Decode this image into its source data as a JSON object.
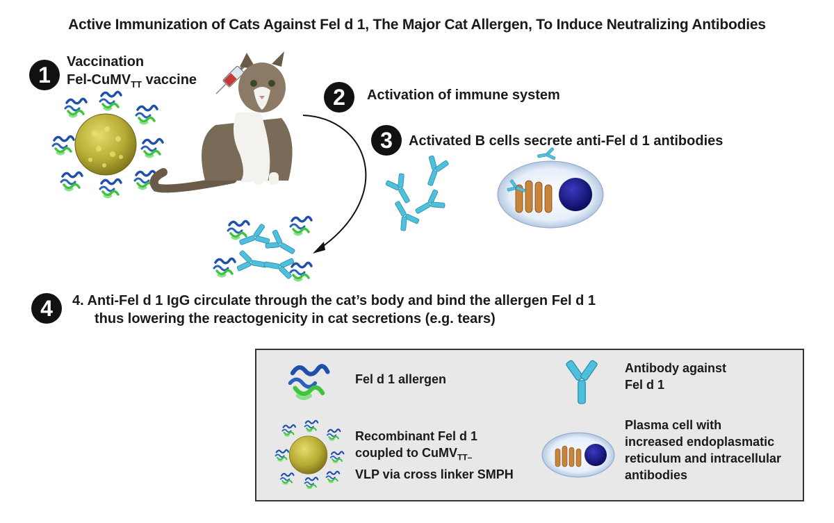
{
  "title": "Active Immunization of Cats Against Fel d 1, The Major Cat Allergen, To Induce Neutralizing Antibodies",
  "steps": {
    "s1": {
      "num": "1",
      "line1": "Vaccination",
      "line2_pre": "Fel-CuMV",
      "line2_sub": "TT",
      "line2_post": " vaccine"
    },
    "s2": {
      "num": "2",
      "text": "Activation of immune system"
    },
    "s3": {
      "num": "3",
      "text": "Activated B cells secrete anti-Fel d 1 antibodies"
    },
    "s4": {
      "num": "4",
      "line1": "4. Anti-Fel d 1 IgG circulate through the cat’s body and bind the allergen Fel d 1",
      "line2": "thus lowering the reactogenicity in cat secretions (e.g. tears)"
    }
  },
  "legend": {
    "allergen": "Fel d 1 allergen",
    "antibody_l1": "Antibody against",
    "antibody_l2": "Fel d 1",
    "vlp_l1": "Recombinant Fel d 1",
    "vlp_l2_pre": "coupled to CuMV",
    "vlp_l2_sub": "TT–",
    "vlp_l3": "VLP via cross linker SMPH",
    "plasma_l1": "Plasma cell with",
    "plasma_l2": "increased endoplasmatic",
    "plasma_l3": "reticulum and intracellular",
    "plasma_l4": "antibodies"
  },
  "colors": {
    "antibody": "#4cc0dc",
    "allergen_green": "#3ec43e",
    "allergen_blue": "#1f4fa8",
    "vlp": "#a8a030",
    "nucleus": "#1a1a8a",
    "er": "#c8843a"
  }
}
